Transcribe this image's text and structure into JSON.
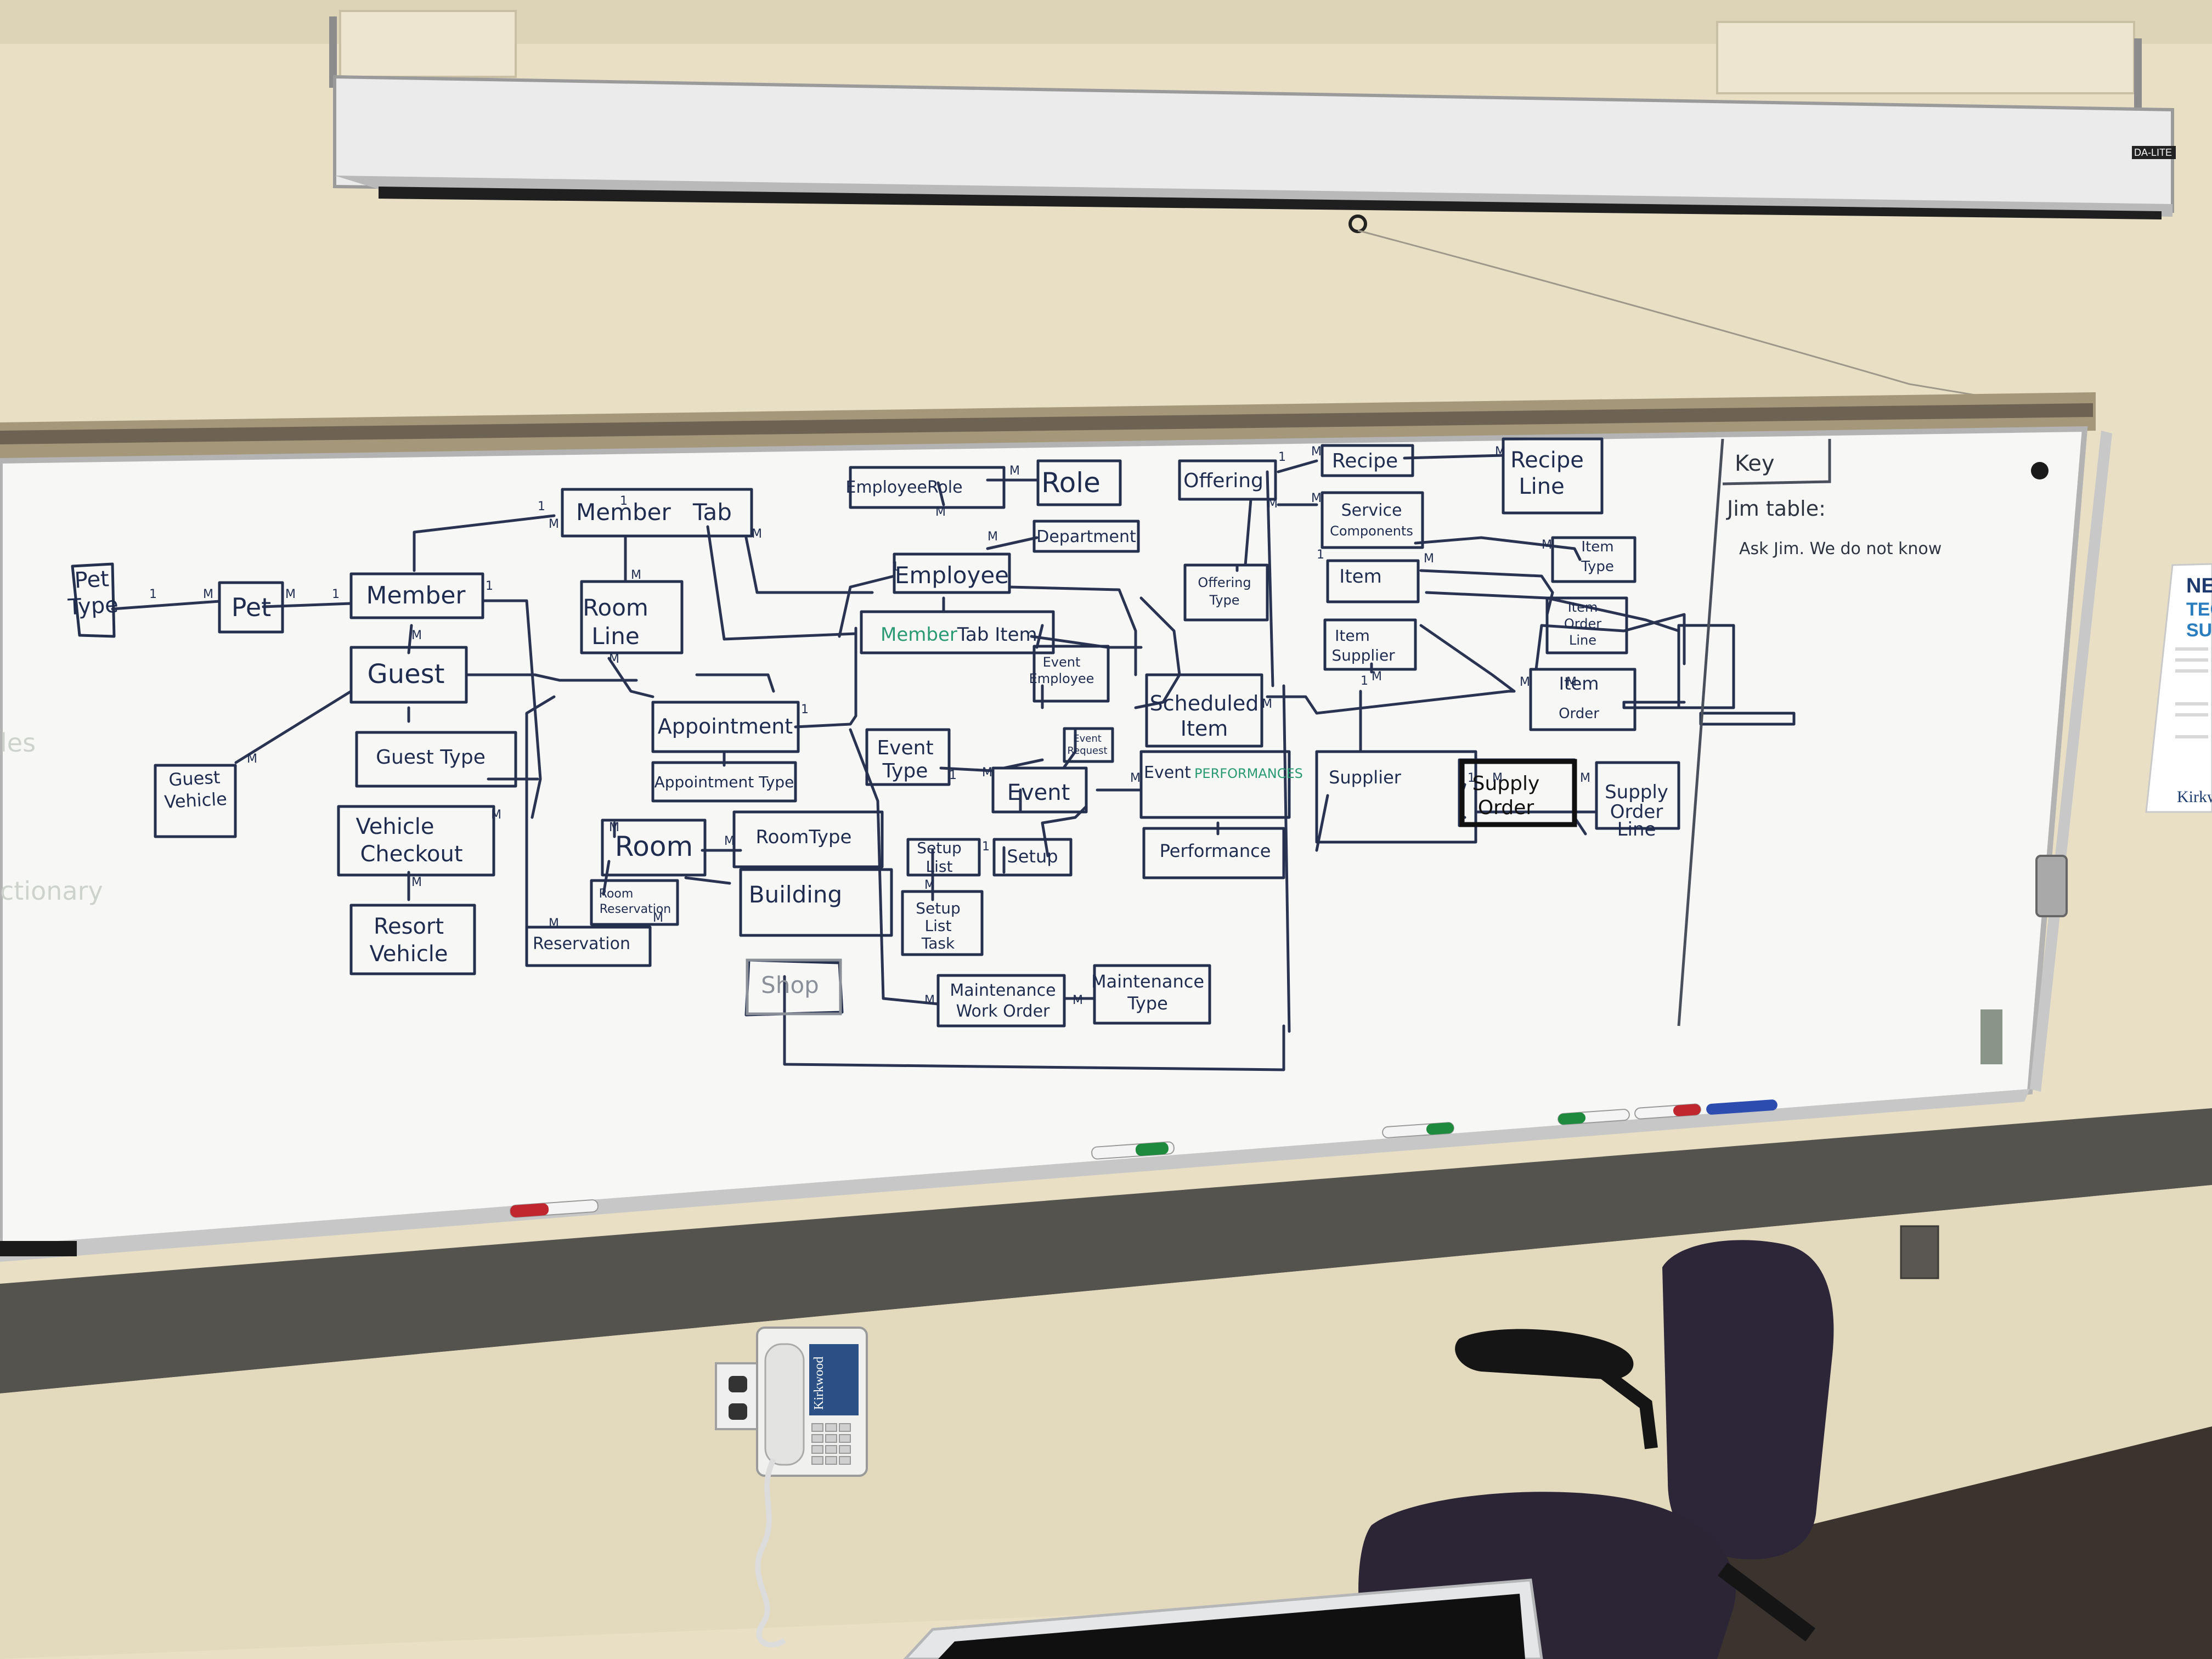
{
  "colors": {
    "wall": "#e8dfc4",
    "stripe": "#54524d",
    "board": "#f7f8f6",
    "ink": "#23304d",
    "green_ink": "#2a9a75",
    "chair": "#2c2638",
    "floor": "#3b342e"
  },
  "projector": {
    "brand": "DA-LITE"
  },
  "diagram": {
    "entities": {
      "pet_type": [
        "Pet",
        "Type"
      ],
      "pet": [
        "Pet"
      ],
      "member": [
        "Member"
      ],
      "member_tab": [
        "Member   Tab"
      ],
      "guest": [
        "Guest"
      ],
      "guest_type": [
        "Guest Type"
      ],
      "guest_vehicle": [
        "Guest",
        "Vehicle"
      ],
      "vehicle_checkout": [
        "Vehicle",
        "Checkout"
      ],
      "resort_vehicle": [
        "Resort",
        "Vehicle"
      ],
      "room_line": [
        "Room",
        "Line"
      ],
      "appointment": [
        "Appointment"
      ],
      "appointment_type": [
        "Appointment Type"
      ],
      "room": [
        "Room"
      ],
      "room_type": [
        "RoomType"
      ],
      "room_reservation": [
        "Room",
        "Reservation"
      ],
      "reservation": [
        "Reservation"
      ],
      "building": [
        "Building"
      ],
      "shop": [
        "Shop"
      ],
      "employee_role": [
        "EmployeeRole"
      ],
      "role": [
        "Role"
      ],
      "department": [
        "Department"
      ],
      "employee": [
        "Employee"
      ],
      "member_tab_item": [
        "Tab Item"
      ],
      "event_employee": [
        "Event",
        "Employee"
      ],
      "event_type": [
        "Event",
        "Type"
      ],
      "event": [
        "Event"
      ],
      "event_request": [
        "Event",
        "Request"
      ],
      "event_performances": [
        "Event"
      ],
      "performance": [
        "Performance"
      ],
      "setup_list": [
        "Setup",
        "List"
      ],
      "setup": [
        "Setup"
      ],
      "setup_list_task": [
        "Setup",
        "List",
        "Task"
      ],
      "maintenance_work_order": [
        "Maintenance",
        "Work Order"
      ],
      "maintenance_type": [
        "Maintenance",
        "Type"
      ],
      "offering": [
        "Offering"
      ],
      "offering_type": [
        "Offering",
        "Type"
      ],
      "recipe": [
        "Recipe"
      ],
      "recipe_line": [
        "Recipe",
        "Line"
      ],
      "service_components": [
        "Service",
        "Components"
      ],
      "item": [
        "Item"
      ],
      "item_type": [
        "Item",
        "Type"
      ],
      "item_supplier": [
        "Item",
        "Supplier"
      ],
      "item_order_line": [
        "Item",
        "Order",
        "Line"
      ],
      "item_order": [
        "Item",
        "Order"
      ],
      "scheduled_item": [
        "Scheduled",
        "Item"
      ],
      "supplier": [
        "Supplier"
      ],
      "supply_order": [
        "Supply",
        "Order"
      ],
      "supply_order_line": [
        "Supply",
        "Order",
        "Line"
      ]
    },
    "member_word": "Member",
    "performances_word": "PERFORMANCES",
    "key": {
      "title": "Key",
      "line1": "Jim table:",
      "line2": "Ask Jim. We do not know"
    },
    "faded_left": [
      "les",
      "ctionary"
    ],
    "one": "1",
    "many": "M"
  },
  "sign": {
    "heading": [
      "NE",
      "TEC",
      "SUF"
    ],
    "brand": "Kirkwoo"
  },
  "phone": {
    "brand": "Kirkwood"
  }
}
